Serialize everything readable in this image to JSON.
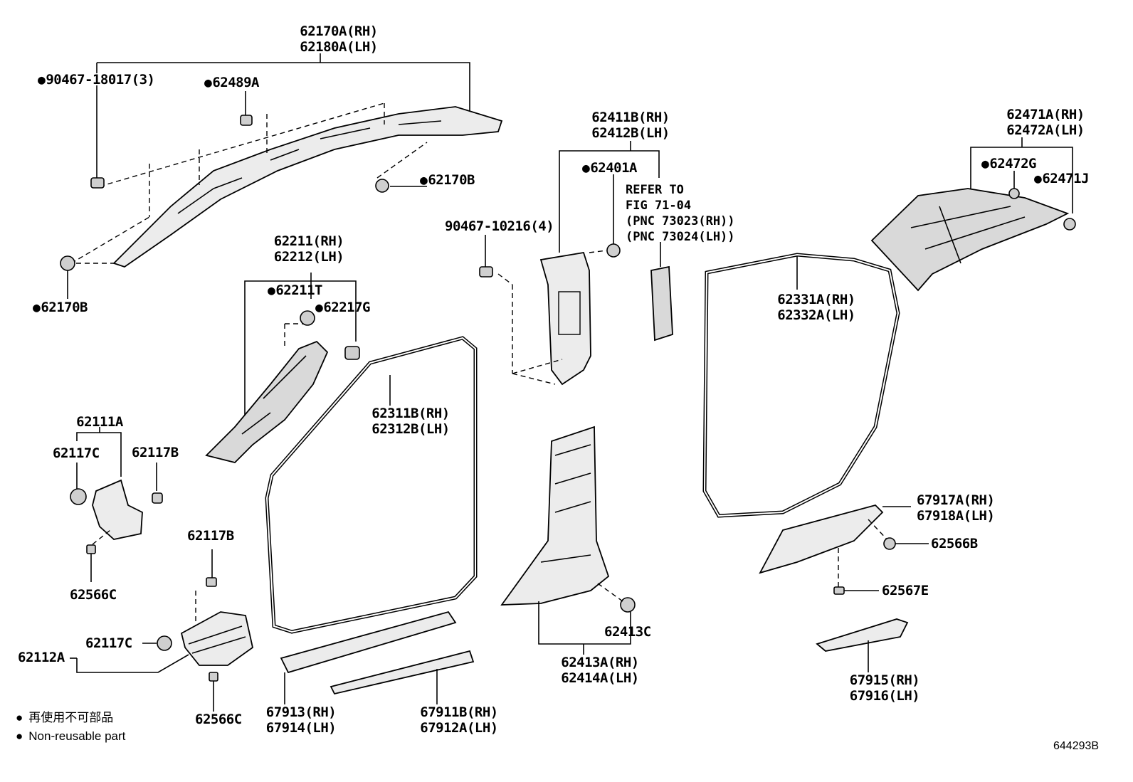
{
  "labels": {
    "pillar_a_upper": "62170A(RH)\n62180A(LH)",
    "screw_90467_18017": "90467-18017(3)",
    "clip_62489A": "62489A",
    "clip_62170B_right": "62170B",
    "clip_62170B_left": "62170B",
    "pillar_front": "62211(RH)\n62212(LH)",
    "clip_62211T": "62211T",
    "clip_62217G": "62217G",
    "cowl_62111A": "62111A",
    "clip_62117C_top": "62117C",
    "clip_62117B_top": "62117B",
    "clip_62566C_top": "62566C",
    "clip_62117B_bottom": "62117B",
    "cowl_62112A": "62112A",
    "clip_62117C_bottom": "62117C",
    "clip_62566C_bottom": "62566C",
    "weatherstrip_front": "62311B(RH)\n62312B(LH)",
    "scuff_67913": "67913(RH)\n67914(LH)",
    "scuff_67911B": "67911B(RH)\n67912A(LH)",
    "screw_90467_10216": "90467-10216(4)",
    "pillar_center_upper": "62411B(RH)\n62412B(LH)",
    "clip_62401A": "62401A",
    "refer_note": "REFER TO\nFIG 71-04\n(PNC 73023(RH))\n(PNC 73024(LH))",
    "pillar_center_lower": "62413A(RH)\n62414A(LH)",
    "clip_62413C": "62413C",
    "weatherstrip_rear": "62331A(RH)\n62332A(LH)",
    "pillar_rear": "62471A(RH)\n62472A(LH)",
    "clip_62472G": "62472G",
    "clip_62471J": "62471J",
    "scuff_rear_67917A": "67917A(RH)\n67918A(LH)",
    "clip_62566B": "62566B",
    "clip_62567E": "62567E",
    "scuff_rear_67915": "67915(RH)\n67916(LH)"
  },
  "legend": {
    "line1": "再使用不可部品",
    "line2": "Non-reusable part"
  },
  "figure_code": "644293B"
}
